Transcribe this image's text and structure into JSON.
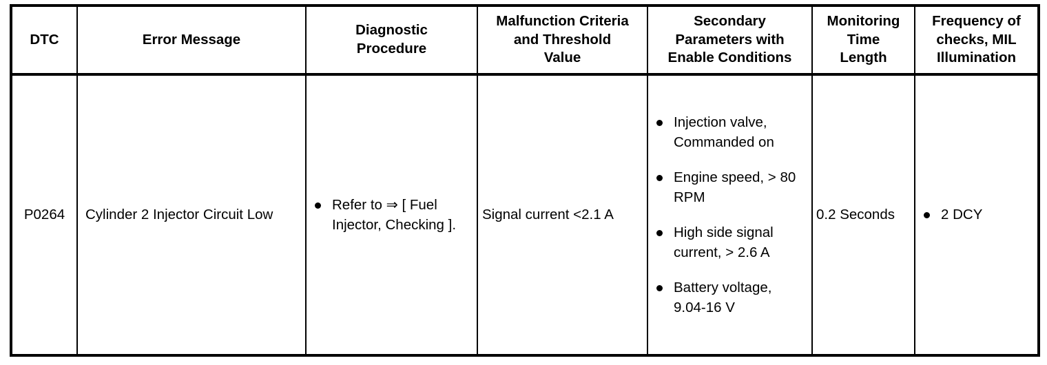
{
  "table": {
    "headers": [
      "DTC",
      "Error Message",
      "Diagnostic\nProcedure",
      "Malfunction Criteria\nand Threshold\nValue",
      "Secondary\nParameters with\nEnable Conditions",
      "Monitoring\nTime\nLength",
      "Frequency of\nchecks, MIL\nIllumination"
    ],
    "rows": [
      {
        "dtc": "P0264",
        "error_message": "Cylinder 2 Injector Circuit Low",
        "diagnostic_procedure": [
          "Refer to ⇒ [ Fuel Injector, Checking ]."
        ],
        "malfunction_criteria": "Signal current <2.1 A",
        "secondary_parameters": [
          "Injection valve, Commanded on",
          "Engine speed, > 80 RPM",
          "High side signal current, > 2.6 A",
          "Battery voltage, 9.04-16 V"
        ],
        "monitoring_time_length": "0.2 Seconds",
        "frequency_of_checks": [
          "2 DCY"
        ]
      }
    ]
  },
  "colors": {
    "border": "#000000",
    "text": "#000000",
    "background": "#ffffff"
  }
}
